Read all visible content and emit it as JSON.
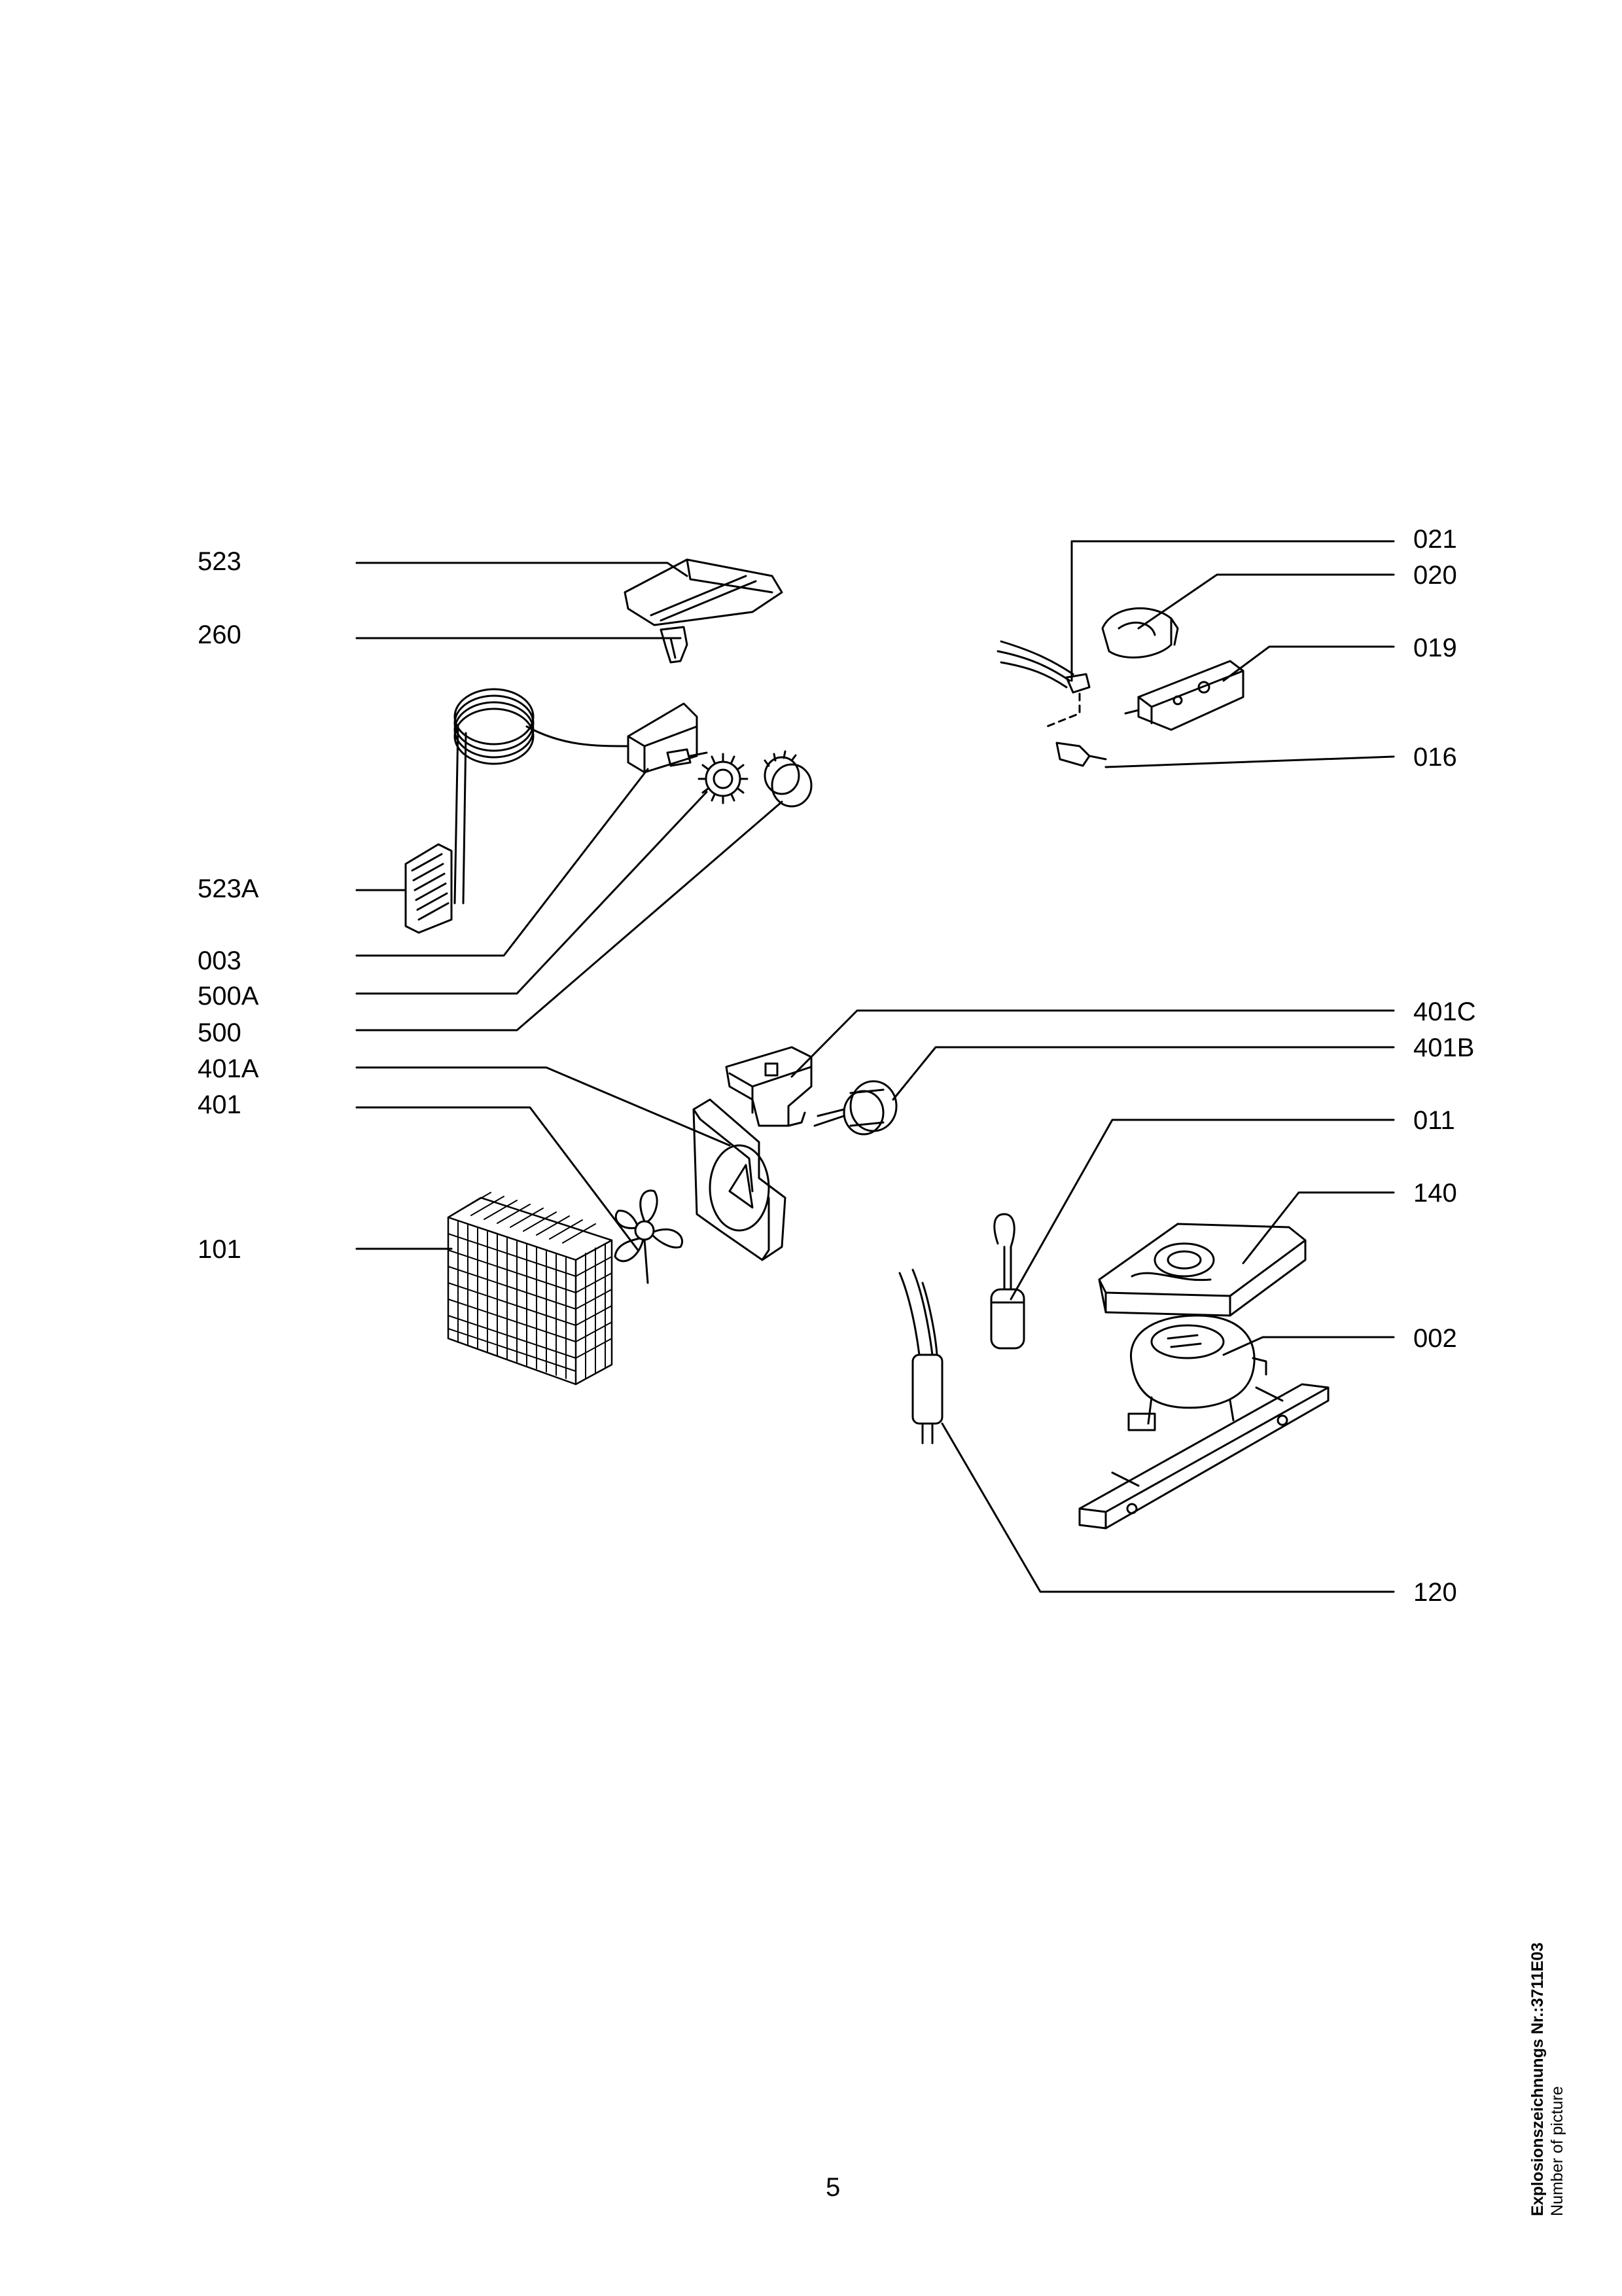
{
  "diagram": {
    "left_labels": [
      "523",
      "260",
      "523A",
      "003",
      "500A",
      "500",
      "401A",
      "401",
      "101"
    ],
    "right_labels": [
      "021",
      "020",
      "019",
      "016",
      "401C",
      "401B",
      "011",
      "140",
      "002",
      "120"
    ]
  },
  "footer": {
    "page_number": "5",
    "drawing_title": "Explosionszeichnungs Nr.:3711E03",
    "drawing_subtitle": "Number of picture"
  },
  "colors": {
    "ink": "#000000",
    "paper": "#ffffff"
  }
}
